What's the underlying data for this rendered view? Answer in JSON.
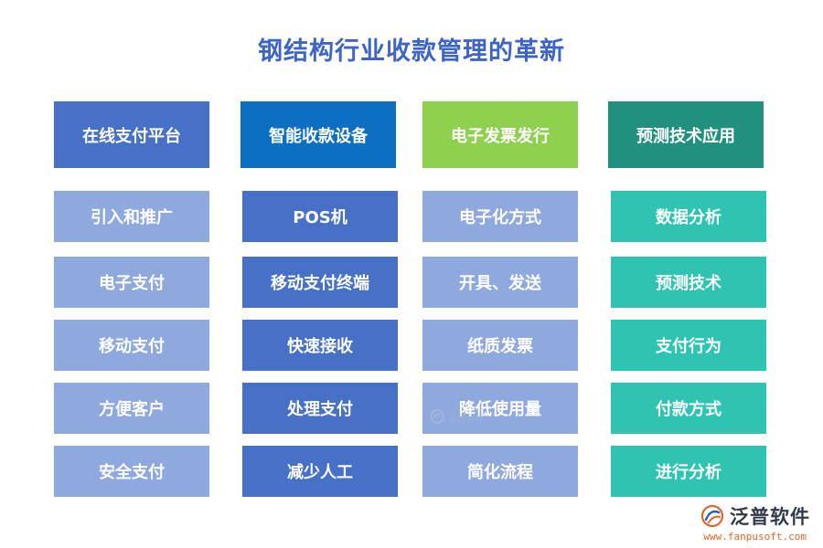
{
  "title": "钢结构行业收款管理的革新",
  "colors": {
    "title": "#3e65c5",
    "col1_header": "#4671c6",
    "col1_cells": "#8fa9de",
    "col2_header": "#0d6fc2",
    "col2_cells": "#4671c6",
    "col3_header": "#8fd14f",
    "col3_cells": "#8fa9de",
    "col4_header": "#22907f",
    "col4_cells": "#2ec4b1"
  },
  "columns": [
    {
      "header": "在线支付平台",
      "items": [
        "引入和推广",
        "电子支付",
        "移动支付",
        "方便客户",
        "安全支付"
      ]
    },
    {
      "header": "智能收款设备",
      "items": [
        "POS机",
        "移动支付终端",
        "快速接收",
        "处理支付",
        "减少人工"
      ]
    },
    {
      "header": "电子发票发行",
      "items": [
        "电子化方式",
        "开具、发送",
        "纸质发票",
        "降低使用量",
        "简化流程"
      ]
    },
    {
      "header": "预测技术应用",
      "items": [
        "数据分析",
        "预测技术",
        "支付行为",
        "付款方式",
        "进行分析"
      ]
    }
  ],
  "watermark": "泛普软件",
  "logo": {
    "name": "泛普软件",
    "url": "www.fanpusoft.com",
    "icon": "fanpu-logo-icon"
  }
}
